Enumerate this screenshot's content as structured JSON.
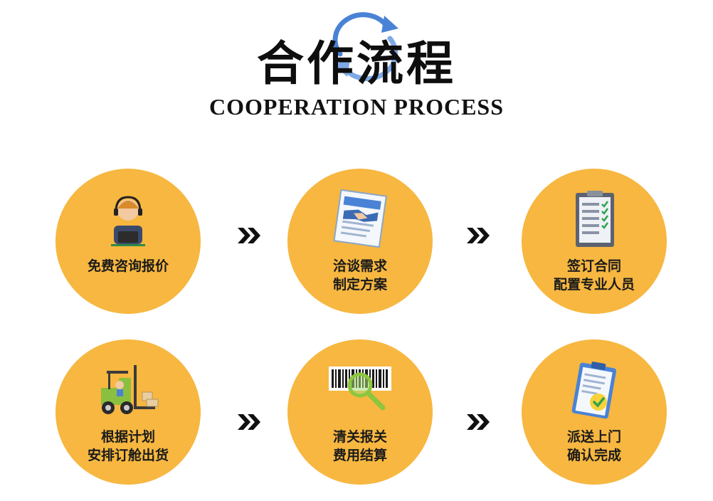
{
  "header": {
    "title": "合作流程",
    "subtitle": "COOPERATION PROCESS"
  },
  "steps": [
    {
      "icon": "customer-service-agent-icon",
      "line1": "免费咨询报价",
      "line2": ""
    },
    {
      "icon": "handshake-icon",
      "line1": "洽谈需求",
      "line2": "制定方案"
    },
    {
      "icon": "contract-checklist-icon",
      "line1": "签订合同",
      "line2": "配置专业人员"
    },
    {
      "icon": "forklift-icon",
      "line1": "根据计划",
      "line2": "安排订舱出货"
    },
    {
      "icon": "barcode-magnifier-icon",
      "line1": "清关报关",
      "line2": "费用结算"
    },
    {
      "icon": "clipboard-check-icon",
      "line1": "派送上门",
      "line2": "确认完成"
    }
  ],
  "colors": {
    "circle": "#f7b740",
    "accent_blue": "#4a82d6",
    "text": "#111111"
  }
}
